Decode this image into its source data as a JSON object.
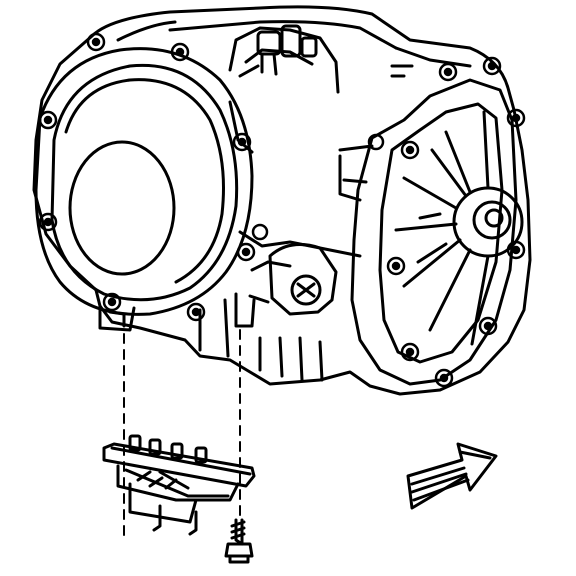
{
  "diagram": {
    "kind": "exploded-view line drawing",
    "colors": {
      "ink": "#000000",
      "paper": "#ffffff"
    },
    "parts": [
      {
        "name": "differential-housing",
        "icon": "housing"
      },
      {
        "name": "side-cover",
        "icon": "round-cover"
      },
      {
        "name": "front-cover",
        "icon": "ribbed-cover"
      },
      {
        "name": "bracket",
        "icon": "bracket"
      },
      {
        "name": "bolt",
        "icon": "bolt"
      },
      {
        "name": "direction-arrow",
        "icon": "forward-arrow"
      }
    ]
  }
}
